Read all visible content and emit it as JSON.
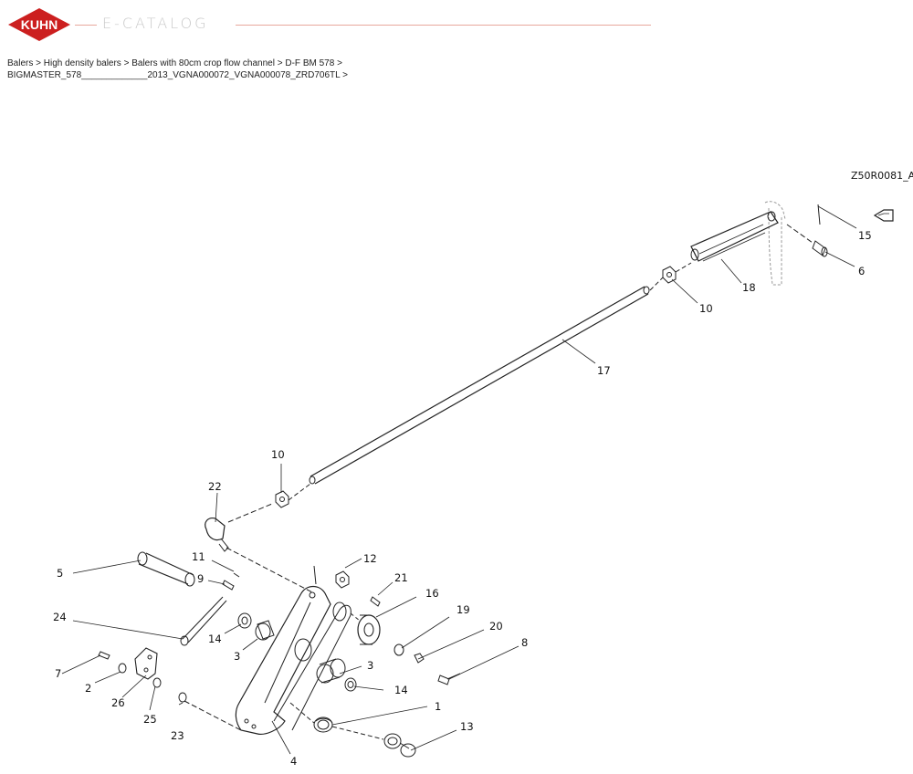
{
  "header": {
    "logo_text": "KUHN",
    "title": "E-CATALOG",
    "colors": {
      "brand_red": "#cc1f1f",
      "rule": "#e8a79d",
      "title_gray": "#c9c9c9"
    }
  },
  "breadcrumb": {
    "items": [
      "Balers",
      "High density balers",
      "Balers with 80cm crop flow channel",
      "D-F BM 578",
      "BIGMASTER_578_____________2013_VGNA000072_VGNA000078_ZRD706TL"
    ],
    "separator": ">"
  },
  "diagram": {
    "figure_code": "Z50R0081_A",
    "part_labels": {
      "p1": "1",
      "p2": "2",
      "p3a": "3",
      "p3b": "3",
      "p4": "4",
      "p5": "5",
      "p6": "6",
      "p7": "7",
      "p8": "8",
      "p9": "9",
      "p10a": "10",
      "p10b": "10",
      "p11": "11",
      "p12": "12",
      "p13": "13",
      "p14a": "14",
      "p14b": "14",
      "p15": "15",
      "p16": "16",
      "p17": "17",
      "p18": "18",
      "p19": "19",
      "p20": "20",
      "p21": "21",
      "p22": "22",
      "p23": "23",
      "p24": "24",
      "p25": "25",
      "p26": "26"
    }
  }
}
